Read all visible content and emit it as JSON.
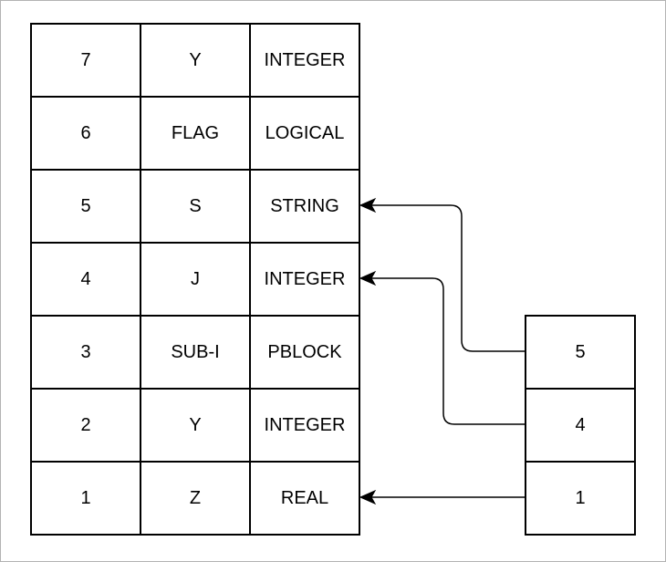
{
  "symbol_table": {
    "rows": [
      {
        "index": "7",
        "name": "Y",
        "type": "INTEGER"
      },
      {
        "index": "6",
        "name": "FLAG",
        "type": "LOGICAL"
      },
      {
        "index": "5",
        "name": "S",
        "type": "STRING"
      },
      {
        "index": "4",
        "name": "J",
        "type": "INTEGER"
      },
      {
        "index": "3",
        "name": "SUB-I",
        "type": "PBLOCK"
      },
      {
        "index": "2",
        "name": "Y",
        "type": "INTEGER"
      },
      {
        "index": "1",
        "name": "Z",
        "type": "REAL"
      }
    ]
  },
  "pointer_list": {
    "items": [
      {
        "value": "5",
        "target_index": "5"
      },
      {
        "value": "4",
        "target_index": "4"
      },
      {
        "value": "1",
        "target_index": "1"
      }
    ]
  },
  "colors": {
    "stroke": "#000000",
    "background": "#ffffff",
    "frame_border": "#b3b3b3"
  }
}
